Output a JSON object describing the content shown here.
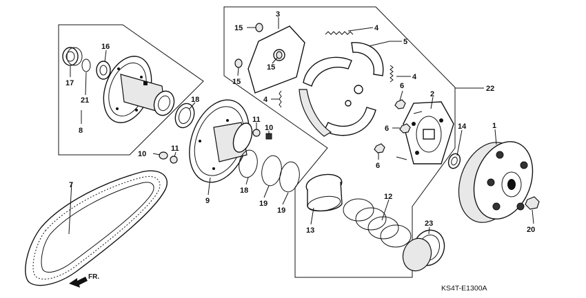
{
  "diagram": {
    "code": "KS4T-E1300A",
    "front_arrow_label": "FR.",
    "callouts": [
      {
        "id": "c1",
        "text": "1"
      },
      {
        "id": "c2",
        "text": "2"
      },
      {
        "id": "c3",
        "text": "3"
      },
      {
        "id": "c4a",
        "text": "4"
      },
      {
        "id": "c4b",
        "text": "4"
      },
      {
        "id": "c4c",
        "text": "4"
      },
      {
        "id": "c5",
        "text": "5"
      },
      {
        "id": "c6a",
        "text": "6"
      },
      {
        "id": "c6b",
        "text": "6"
      },
      {
        "id": "c6c",
        "text": "6"
      },
      {
        "id": "c7",
        "text": "7"
      },
      {
        "id": "c8",
        "text": "8"
      },
      {
        "id": "c9",
        "text": "9"
      },
      {
        "id": "c10a",
        "text": "10"
      },
      {
        "id": "c10b",
        "text": "10"
      },
      {
        "id": "c11a",
        "text": "11"
      },
      {
        "id": "c11b",
        "text": "11"
      },
      {
        "id": "c12",
        "text": "12"
      },
      {
        "id": "c13",
        "text": "13"
      },
      {
        "id": "c14",
        "text": "14"
      },
      {
        "id": "c15a",
        "text": "15"
      },
      {
        "id": "c15b",
        "text": "15"
      },
      {
        "id": "c15c",
        "text": "15"
      },
      {
        "id": "c16",
        "text": "16"
      },
      {
        "id": "c17",
        "text": "17"
      },
      {
        "id": "c18a",
        "text": "18"
      },
      {
        "id": "c18b",
        "text": "18"
      },
      {
        "id": "c19a",
        "text": "19"
      },
      {
        "id": "c19b",
        "text": "19"
      },
      {
        "id": "c20",
        "text": "20"
      },
      {
        "id": "c21",
        "text": "21"
      },
      {
        "id": "c22",
        "text": "22"
      },
      {
        "id": "c23",
        "text": "23"
      }
    ]
  }
}
